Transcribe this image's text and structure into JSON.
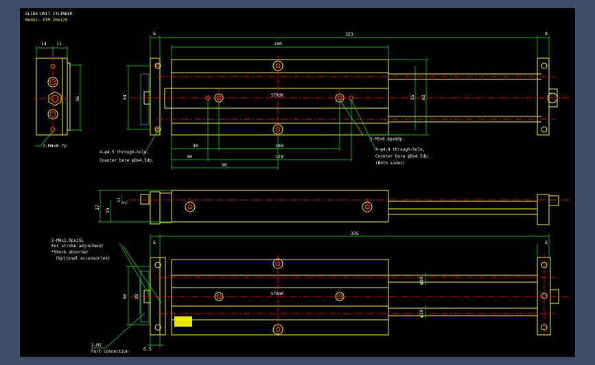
{
  "title": {
    "line1": "SLIDE UNIT CYLINDER",
    "line2": "Model: STM 20x125"
  },
  "dimensions": {
    "top_left_6": "6",
    "top_323": "323",
    "top_right_8": "8",
    "top_180": "180",
    "left_14": "14",
    "left_11": "11",
    "left_56": "56",
    "left_54": "54",
    "right_55": "55",
    "right_62": "62",
    "b_40": "40",
    "b_100": "100",
    "b_30": "30",
    "b_120": "120",
    "b_90": "90",
    "mid_37": "37",
    "mid_25": "25",
    "mid_11": "11",
    "mid_5": "5",
    "bot_6": "6",
    "bot_335": "335",
    "bot_right_6": "6",
    "bot_56": "56",
    "bot_28": "28",
    "bot_65": "6.5",
    "phi10a": "φ10",
    "phi10b": "φ10",
    "stroke_top": "STROK",
    "stroke_bot": "STROK"
  },
  "notes": {
    "m4": "2-M4x0.7p",
    "hole45_1": "4-φ4.5 through-hole,",
    "hole45_2": "Counter bore φ8x4.5dp.",
    "m5": "2-M5x0.8px6dp.",
    "hole44_1": "4-φ4.4 through-hole,",
    "hole44_2": "Counter bore φ8x4.5dp.",
    "hole44_3": "(Both sides)",
    "m8_1": "2-M8x1.0px25L",
    "m8_2": "For stroke adjustment",
    "m8_3": "*Shock absorber",
    "m8_4": "(Optional accessories)",
    "m5b": "2-M5",
    "port": "Port connection"
  },
  "colors": {
    "background": "#3d4d66",
    "canvas": "#000000",
    "outline": "#ffff00",
    "dimension": "#00ff00",
    "center": "#ff0000",
    "text": "#ffffff"
  }
}
